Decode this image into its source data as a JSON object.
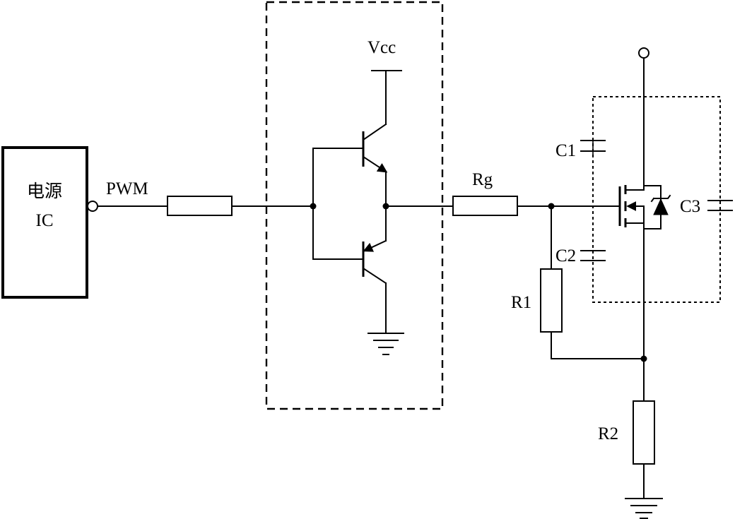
{
  "labels": {
    "ic_line1": "电源",
    "ic_line2": "IC",
    "pwm": "PWM",
    "vcc": "Vcc",
    "rg": "Rg",
    "c1": "C1",
    "c2": "C2",
    "c3": "C3",
    "r1": "R1",
    "r2": "R2"
  },
  "colors": {
    "wire": "#000000",
    "background": "#ffffff"
  }
}
